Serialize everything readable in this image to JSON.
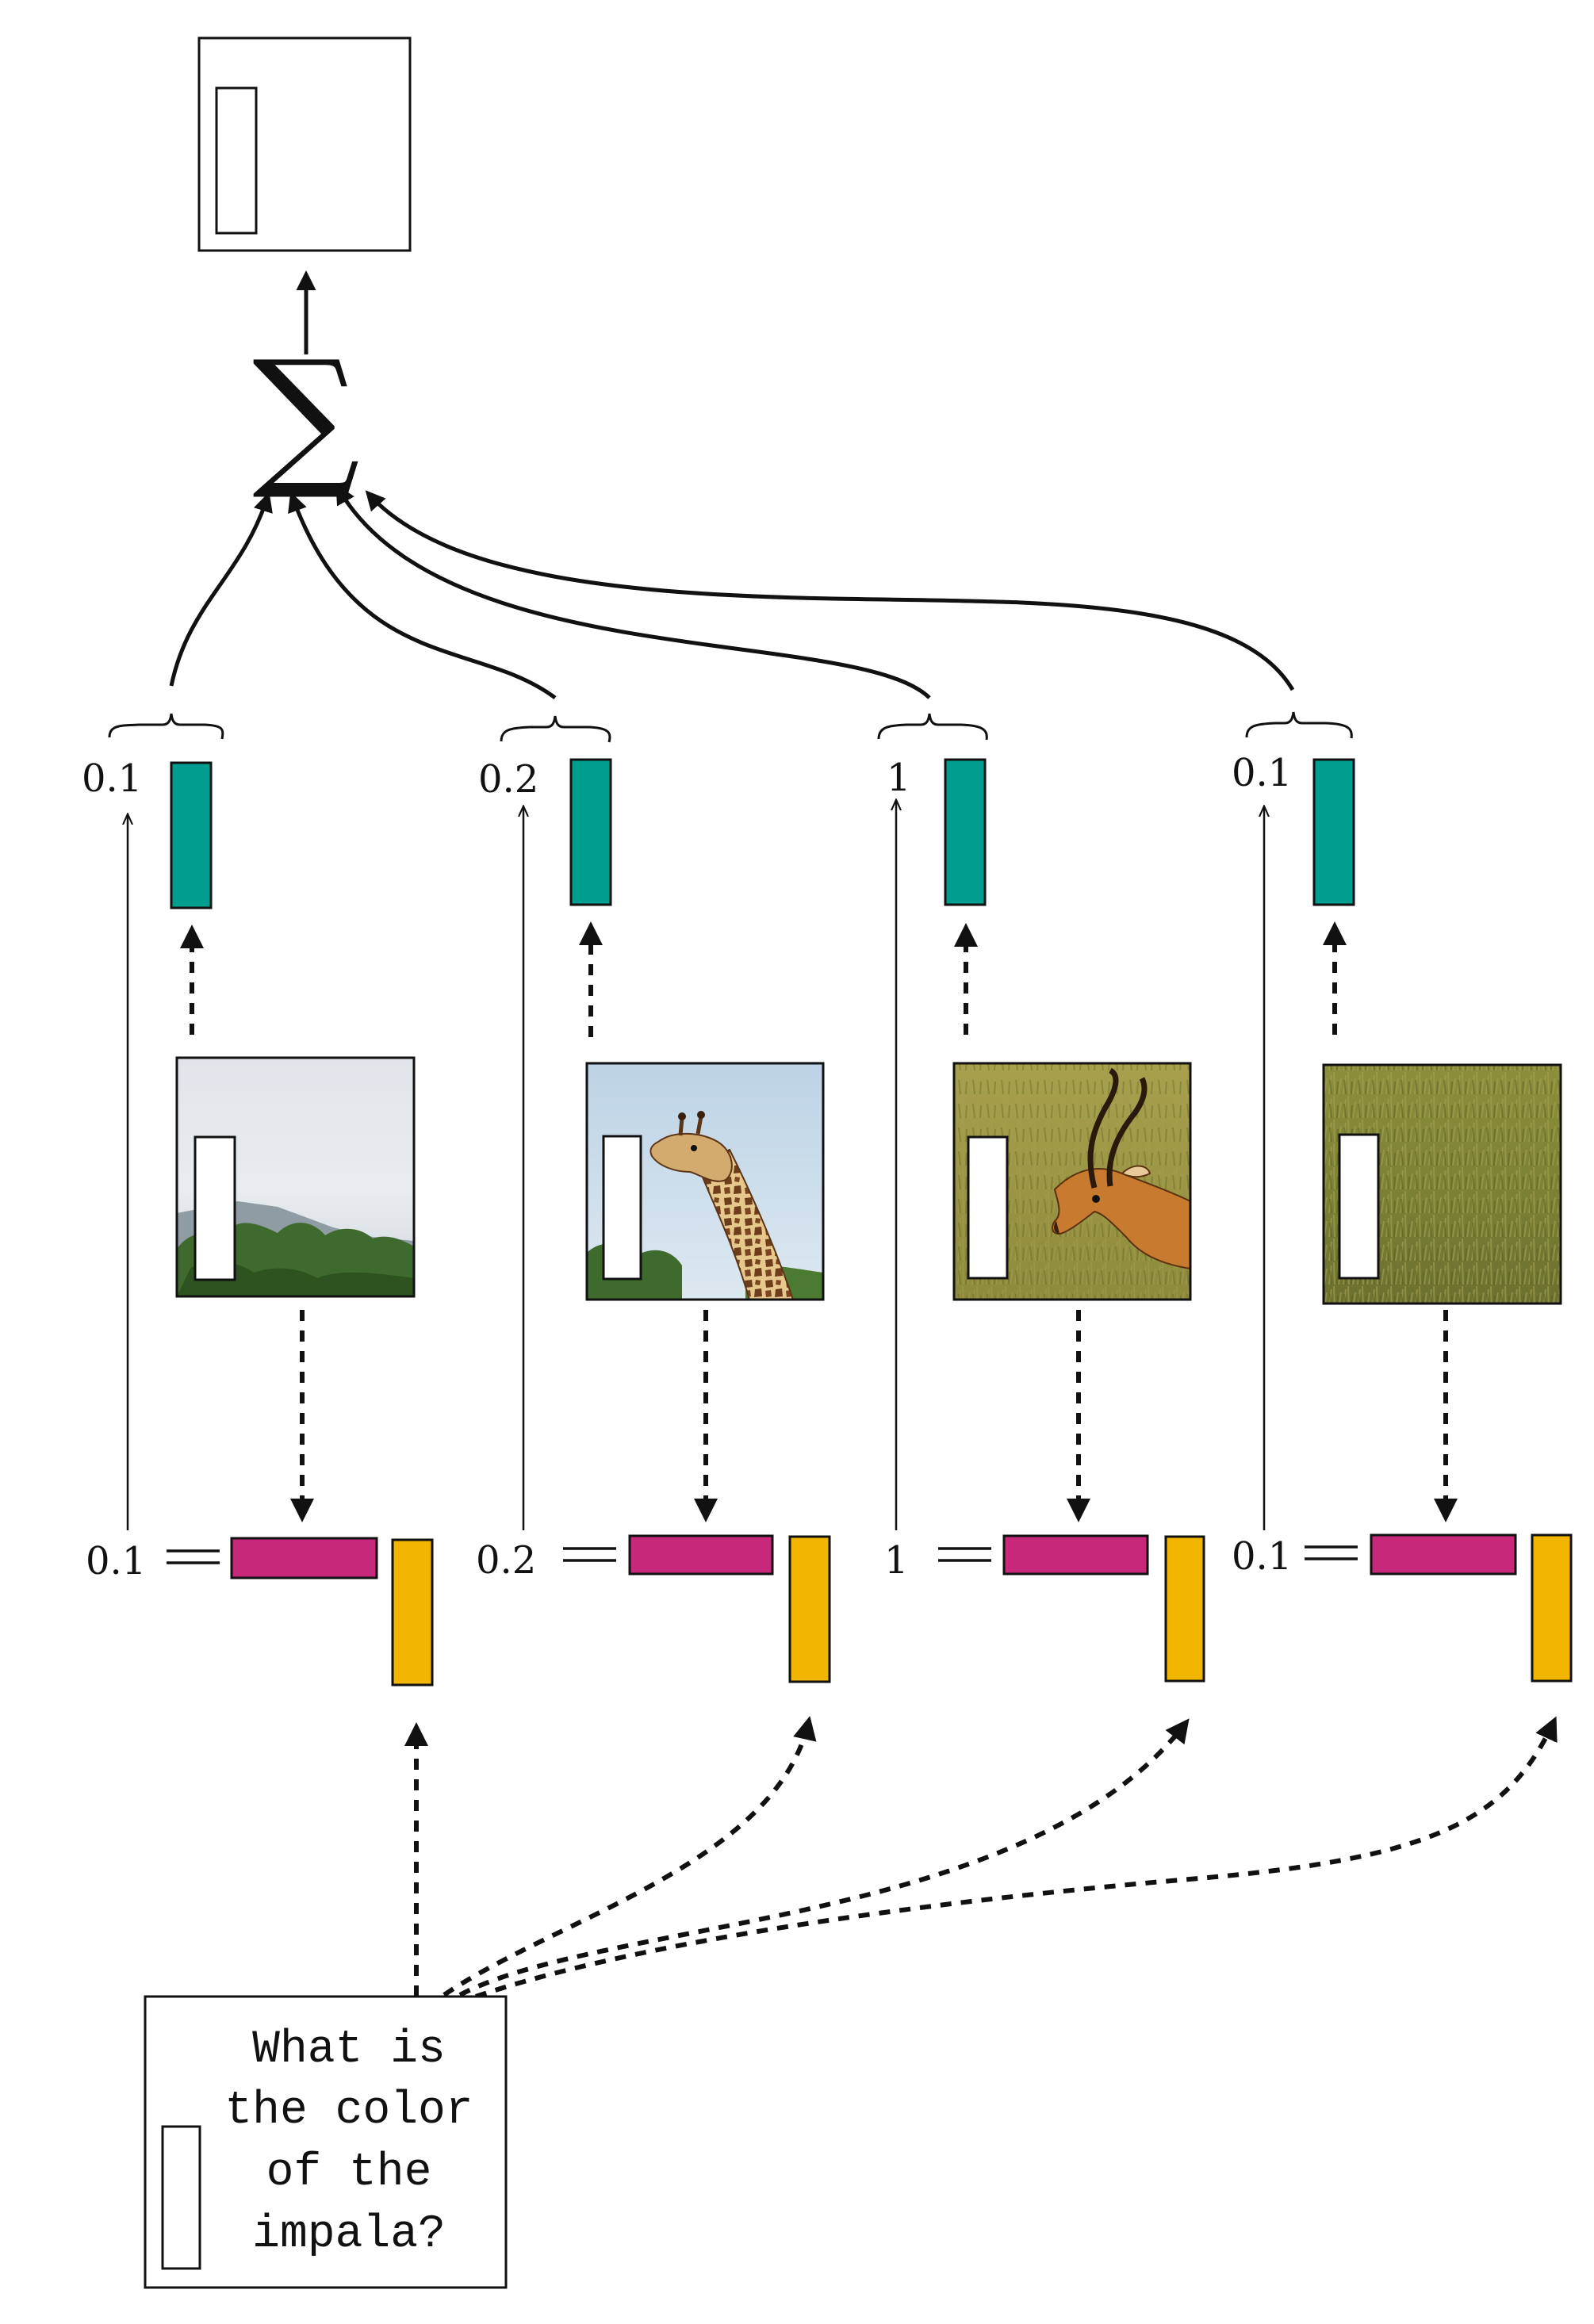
{
  "diagram": {
    "sigma_symbol": "∑",
    "question_lines": [
      "What is",
      "the color",
      "of the",
      "impala?"
    ],
    "columns": [
      {
        "weight_top": "0.1",
        "weight_eq": "0.1",
        "scene": "sky-and-trees"
      },
      {
        "weight_top": "0.2",
        "weight_eq": "0.2",
        "scene": "giraffe"
      },
      {
        "weight_top": "1",
        "weight_eq": "1",
        "scene": "impala"
      },
      {
        "weight_top": "0.1",
        "weight_eq": "0.1",
        "scene": "grass"
      }
    ],
    "colors": {
      "output_vector": "#009e8f",
      "image_vector": "#c8287a",
      "question_vector": "#f2b600"
    }
  }
}
